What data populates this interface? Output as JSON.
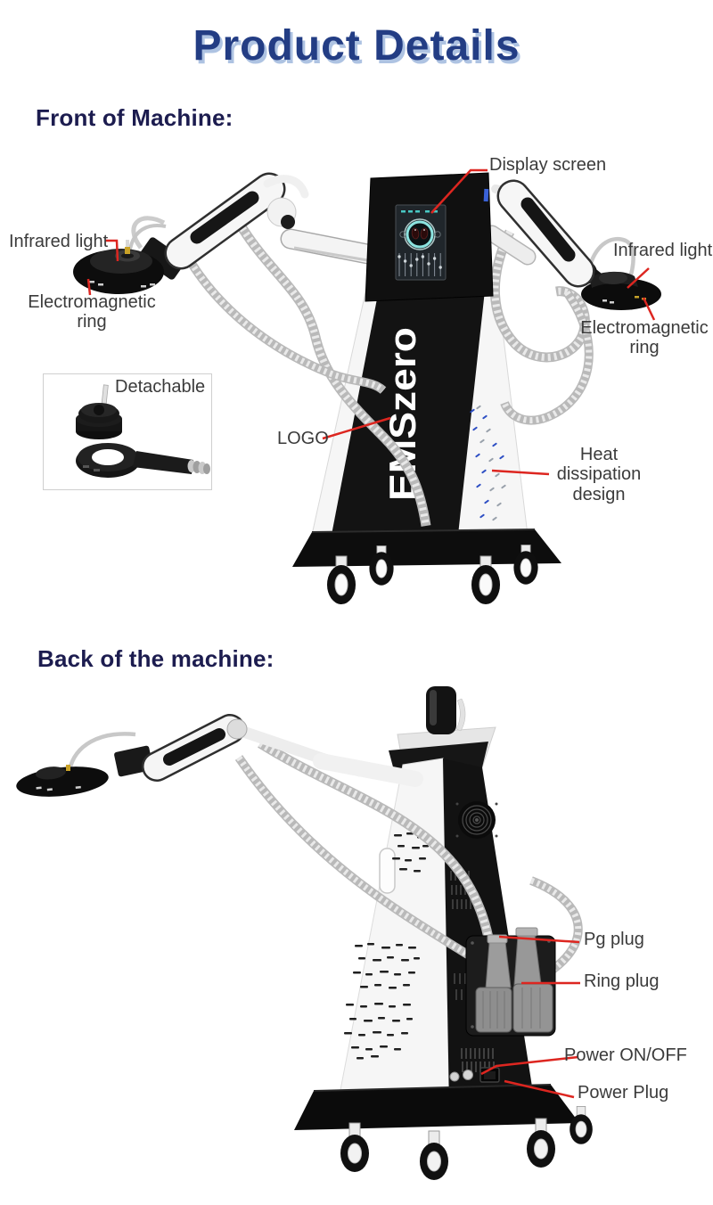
{
  "page": {
    "title": "Product Details"
  },
  "colors": {
    "title_text": "#233d84",
    "title_shadow": "#aec3e2",
    "heading_text": "#1c1c4f",
    "label_text": "#3b3b3b",
    "callout_line": "#dd2620",
    "machine_black": "#131313",
    "machine_white": "#f6f6f6",
    "screen_glow": "#8ce4e0",
    "cable_gray": "#b9b9b9"
  },
  "front_section": {
    "heading": "Front of Machine:",
    "machine_logo_text": "EMSzero",
    "labels": {
      "display_screen": "Display screen",
      "infrared_light_left": "Infrared light",
      "electromagnetic_ring_left": "Electromagnetic ring",
      "detachable": "Detachable",
      "logo": "LOGO",
      "heat_dissipation": "Heat dissipation design",
      "infrared_light_right": "Infrared light",
      "electromagnetic_ring_right": "Electromagnetic ring"
    }
  },
  "back_section": {
    "heading": "Back of the machine:",
    "labels": {
      "pg_plug": "Pg plug",
      "ring_plug": "Ring plug",
      "power_on_off": "Power ON/OFF",
      "power_plug": "Power Plug"
    }
  }
}
